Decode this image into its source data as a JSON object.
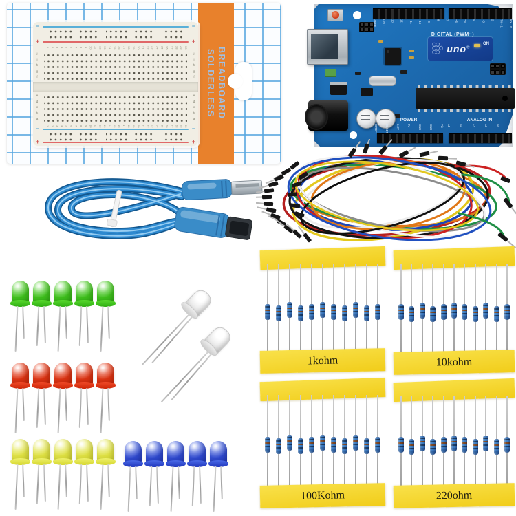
{
  "breadboard_package": {
    "strip_text_line1": "SOLDERLESS",
    "strip_text_line2": "BREADBOARD",
    "strip_color": "#e8812c",
    "grid_color": "#58a6e0",
    "breadboard": {
      "column_numbers": [
        "1",
        "2",
        "3",
        "4",
        "5",
        "6",
        "7",
        "8",
        "9",
        "10",
        "11",
        "12",
        "13",
        "14",
        "15",
        "16",
        "17",
        "18",
        "19",
        "20",
        "21",
        "22",
        "23",
        "24",
        "25",
        "26",
        "27",
        "28",
        "29",
        "30"
      ],
      "row_letters_top": [
        "j",
        "i",
        "h",
        "g",
        "f"
      ],
      "row_letters_bottom": [
        "e",
        "d",
        "c",
        "b",
        "a"
      ],
      "minus": "−",
      "plus": "+"
    }
  },
  "arduino": {
    "logo_text": "uno",
    "logo_reg": "®",
    "logo_hex_rows": [
      "⬡⬡",
      "⬡⬡⬡",
      "⬡⬡"
    ],
    "digital_label": "DIGITAL (PWM~)",
    "power_label": "POWER",
    "analog_label": "ANALOG IN",
    "on_label": "ON",
    "digital_pins": [
      "AREF",
      "GND",
      "13",
      "12",
      "~11",
      "~10",
      "~9",
      "8",
      "7",
      "~6",
      "~5",
      "4",
      "~3",
      "2",
      "TX→1",
      "RX←0"
    ],
    "power_pins": [
      "IOREF",
      "RESET",
      "3.3V",
      "5V",
      "GND",
      "GND",
      "Vin"
    ],
    "analog_pins": [
      "A0",
      "A1",
      "A2",
      "A3",
      "A4",
      "A5"
    ],
    "pcb_color": "#1d72ba"
  },
  "usb_cable": {
    "color": "#2e8ad0"
  },
  "jumper_wires": {
    "wire_colors": [
      "#b51f1f",
      "#e07818",
      "#e3c81e",
      "#1f8f45",
      "#1d46b8",
      "#141414",
      "#ececec",
      "#8c8c8c"
    ]
  },
  "led_groups": [
    {
      "name": "green",
      "count": 5,
      "color": "#3ccb1e"
    },
    {
      "name": "red",
      "count": 5,
      "color": "#e83818"
    },
    {
      "name": "yellow",
      "count": 5,
      "color": "#e6e640"
    },
    {
      "name": "blue",
      "count": 5,
      "color": "#3355e0"
    },
    {
      "name": "rgb-clear",
      "count": 2,
      "color": "#e8e8e8"
    }
  ],
  "resistors": {
    "count_per_pack": 11,
    "tape_color": "#f5d629",
    "packs": [
      {
        "label": "1kohm"
      },
      {
        "label": "10kohm"
      },
      {
        "label": "100Kohm"
      },
      {
        "label": "220ohm"
      }
    ]
  }
}
